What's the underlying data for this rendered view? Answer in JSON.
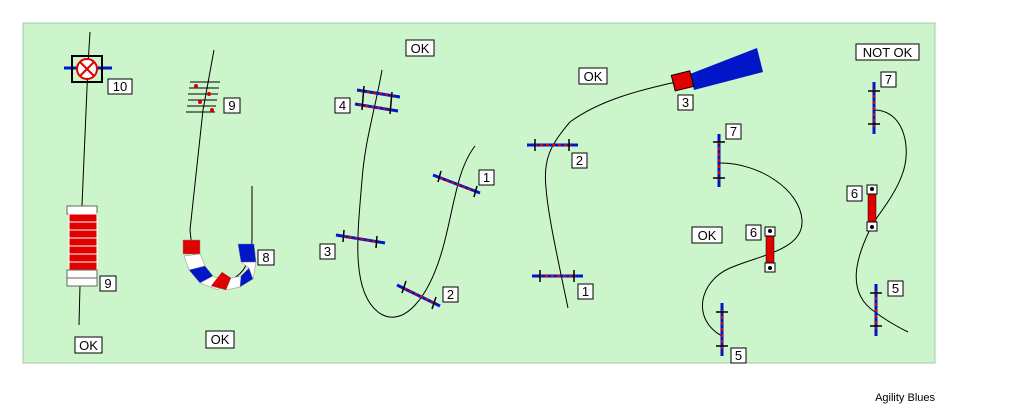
{
  "credit": "Agility Blues",
  "colors": {
    "field": "#ccf5cc",
    "border": "#a8c8a8",
    "blue": "#0016c8",
    "red": "#e00000",
    "white": "#ffffff"
  },
  "panels": [
    {
      "verdict": "OK",
      "obstacles": [
        {
          "type": "table",
          "number": "10"
        },
        {
          "type": "tire-stack",
          "number": "9"
        }
      ]
    },
    {
      "verdict": "OK",
      "obstacles": [
        {
          "type": "spread-jump",
          "number": "9"
        },
        {
          "type": "curved-tunnel",
          "number": "8"
        }
      ]
    },
    {
      "verdict": "OK",
      "obstacles": [
        {
          "type": "double-jump",
          "number": "4"
        },
        {
          "type": "jump",
          "number": "1"
        },
        {
          "type": "jump",
          "number": "3"
        },
        {
          "type": "jump",
          "number": "2"
        }
      ]
    },
    {
      "verdict": "OK",
      "obstacles": [
        {
          "type": "chute",
          "number": "3"
        },
        {
          "type": "jump",
          "number": "2"
        },
        {
          "type": "jump",
          "number": "1"
        }
      ]
    },
    {
      "verdict": "OK",
      "obstacles": [
        {
          "type": "jump",
          "number": "7"
        },
        {
          "type": "tire",
          "number": "6"
        },
        {
          "type": "jump",
          "number": "5"
        }
      ]
    },
    {
      "verdict": "NOT OK",
      "obstacles": [
        {
          "type": "jump",
          "number": "7"
        },
        {
          "type": "tire",
          "number": "6"
        },
        {
          "type": "jump",
          "number": "5"
        }
      ]
    }
  ]
}
